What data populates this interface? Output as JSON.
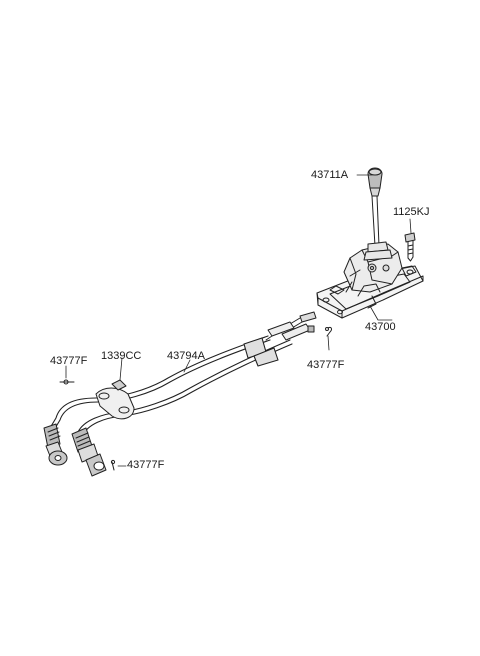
{
  "parts": {
    "knob": {
      "number": "43711A"
    },
    "bolt": {
      "number": "1125KJ"
    },
    "shifter_assembly": {
      "number": "43700"
    },
    "clip_upper": {
      "number": "43777F"
    },
    "nut": {
      "number": "1339CC"
    },
    "cable_assembly": {
      "number": "43794A"
    },
    "clip_left": {
      "number": "43777F"
    },
    "clip_lower": {
      "number": "43777F"
    }
  }
}
